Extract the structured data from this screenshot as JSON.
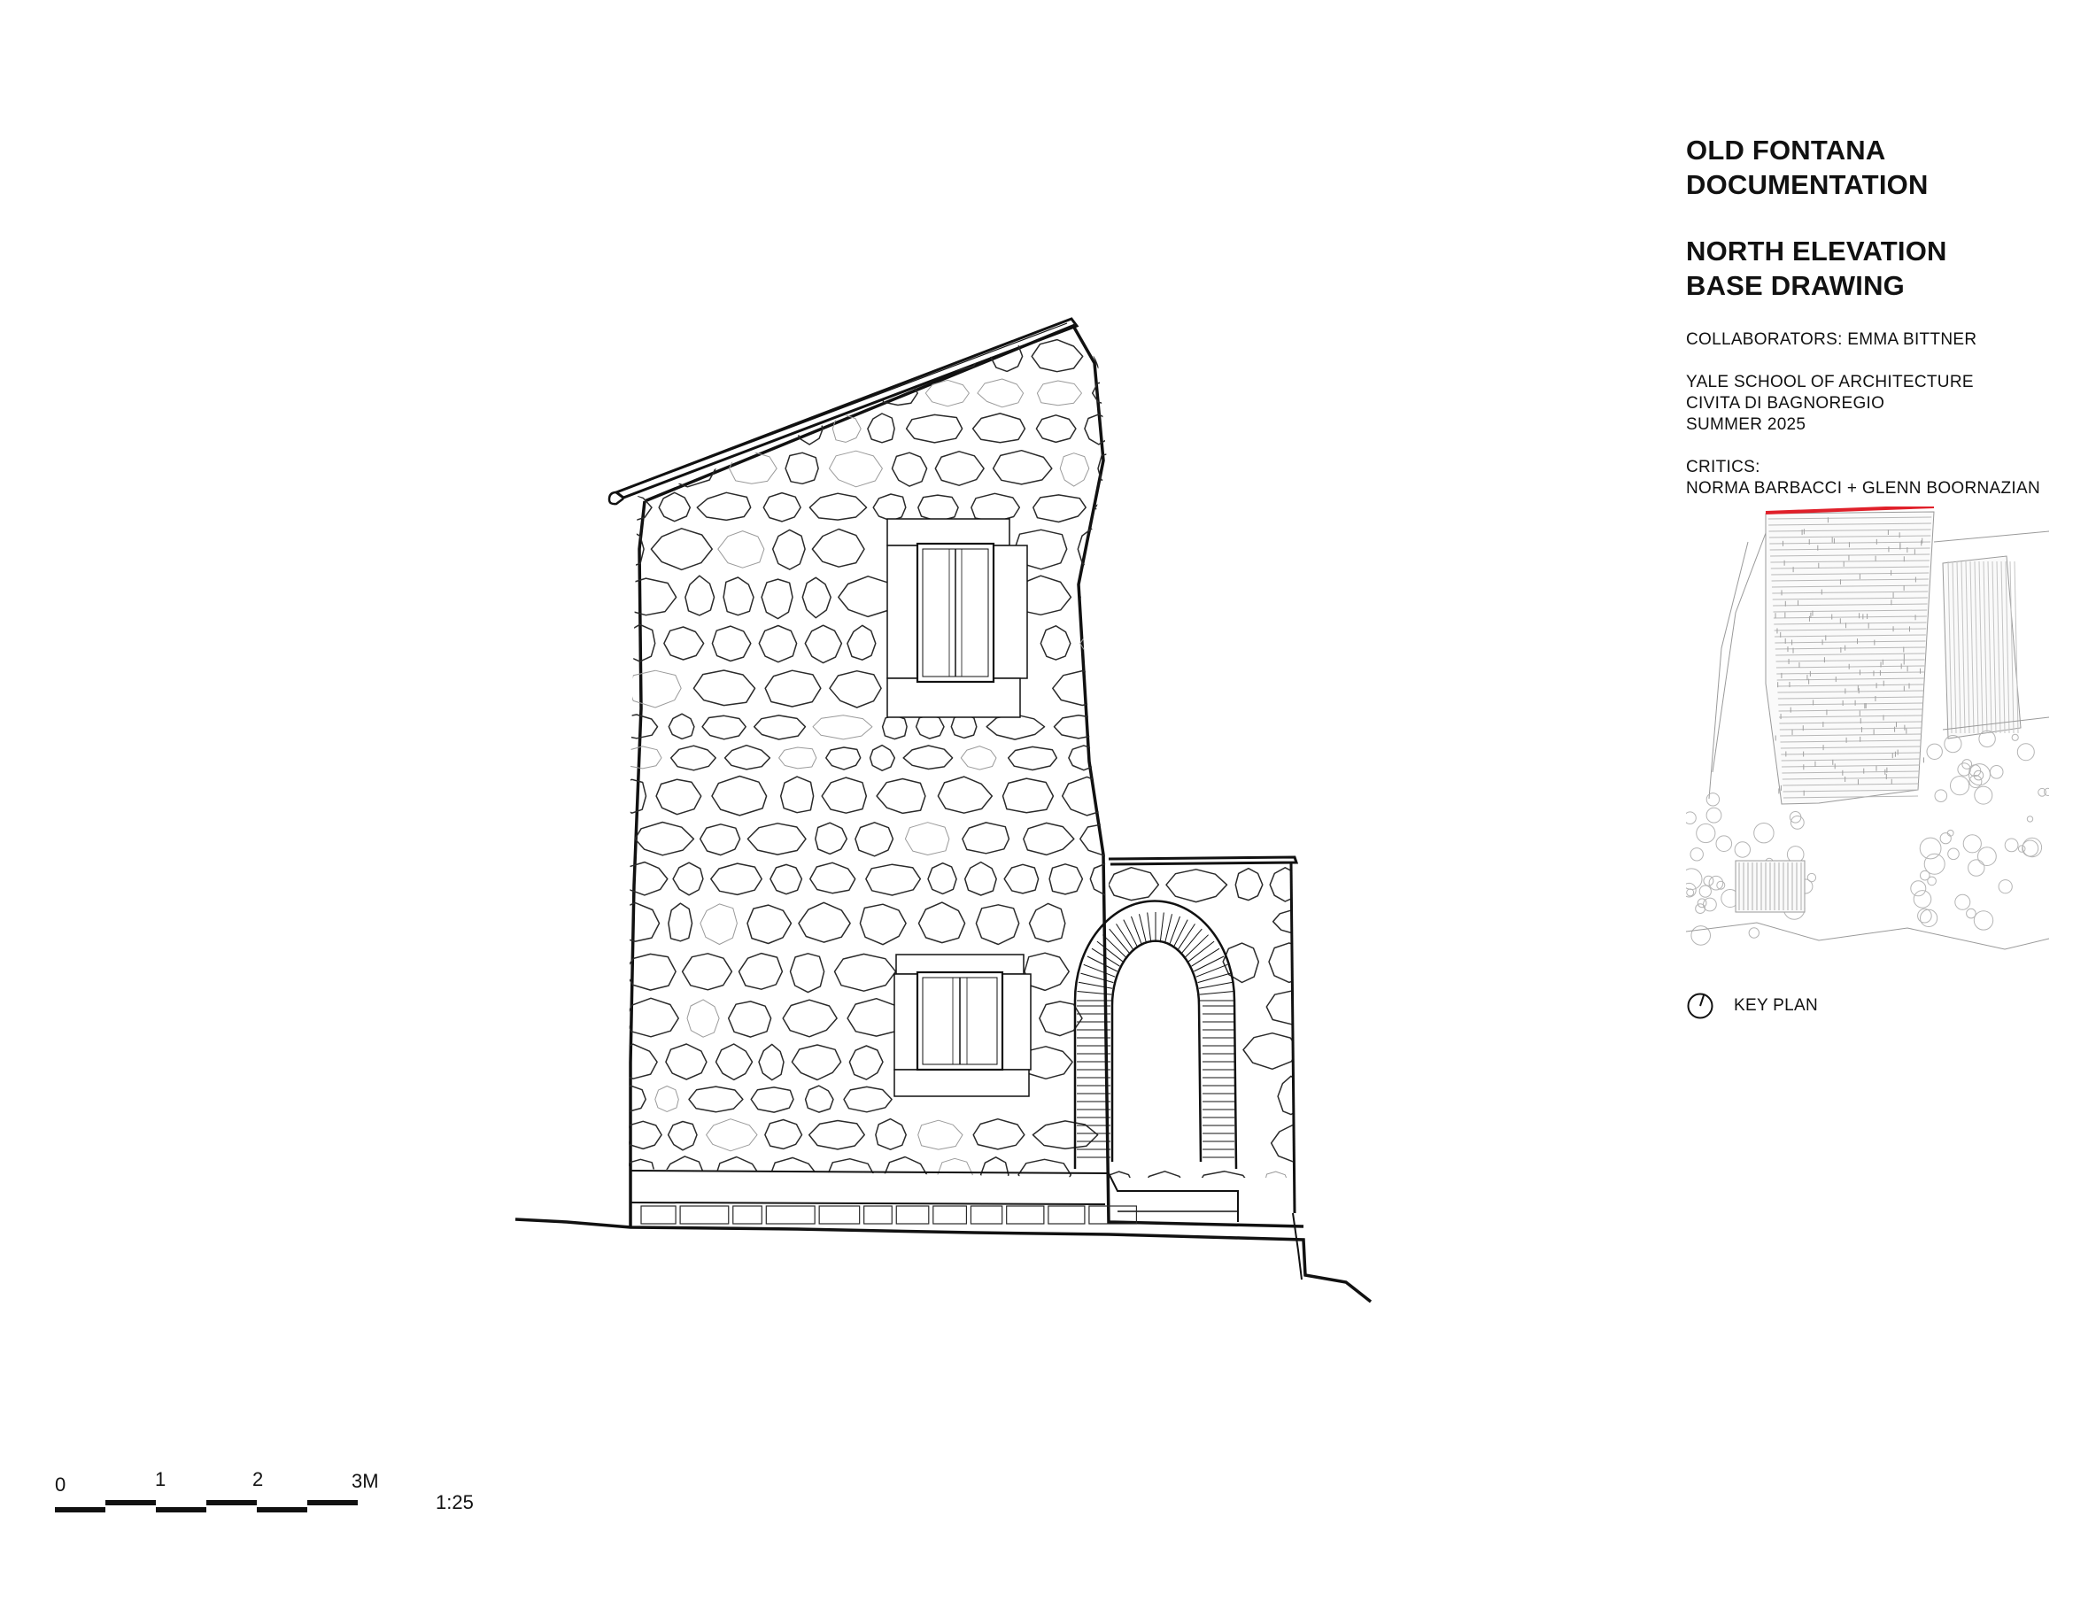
{
  "title_block": {
    "project_lines": [
      "OLD FONTANA",
      "DOCUMENTATION"
    ],
    "sheet_lines": [
      "NORTH ELEVATION",
      "BASE DRAWING"
    ],
    "collaborators": "COLLABORATORS: EMMA BITTNER",
    "institution_lines": [
      "YALE SCHOOL OF ARCHITECTURE",
      "CIVITA DI BAGNOREGIO",
      "SUMMER 2025"
    ],
    "critics_lines": [
      "CRITICS:",
      "NORMA BARBACCI + GLENN BOORNAZIAN"
    ]
  },
  "key_plan": {
    "label": "KEY PLAN",
    "highlight_color": "#e0202a",
    "icon": "north-arrow-icon"
  },
  "scale": {
    "ticks": [
      "0",
      "1",
      "2",
      "3M"
    ],
    "ratio": "1:25"
  },
  "colors": {
    "line": "#111111",
    "stone_line": "#2a2a2a",
    "faint_line": "#9a9a9a"
  }
}
